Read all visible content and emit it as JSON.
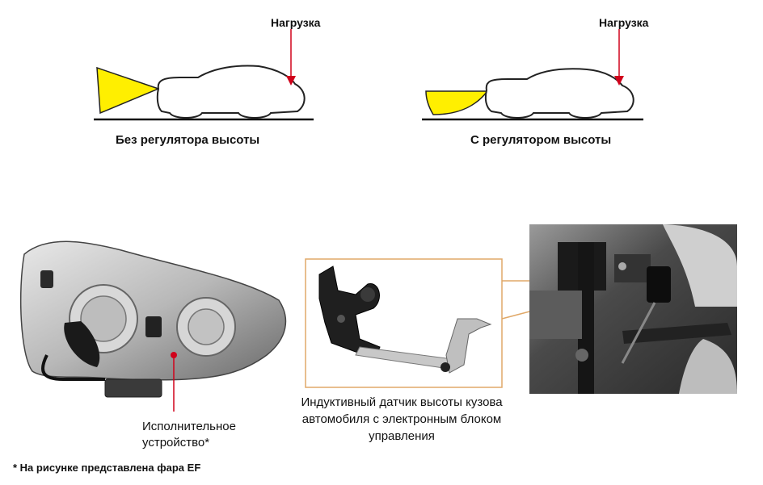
{
  "top_left": {
    "load_label": "Нагрузка",
    "caption": "Без регулятора высоты"
  },
  "top_right": {
    "load_label": "Нагрузка",
    "caption": "С регулятором высоты"
  },
  "bottom": {
    "actuator_label_line1": "Исполнительное",
    "actuator_label_line2": "устройство*",
    "sensor_caption_line1": "Индуктивный датчик высоты кузова",
    "sensor_caption_line2": "автомобиля с электронным блоком",
    "sensor_caption_line3": "управления",
    "footnote": "* На рисунке представлена фара EF"
  },
  "colors": {
    "beam_yellow": "#ffef00",
    "arrow_red": "#d0021b",
    "callout_orange": "#e0a868",
    "ground": "#111111"
  }
}
